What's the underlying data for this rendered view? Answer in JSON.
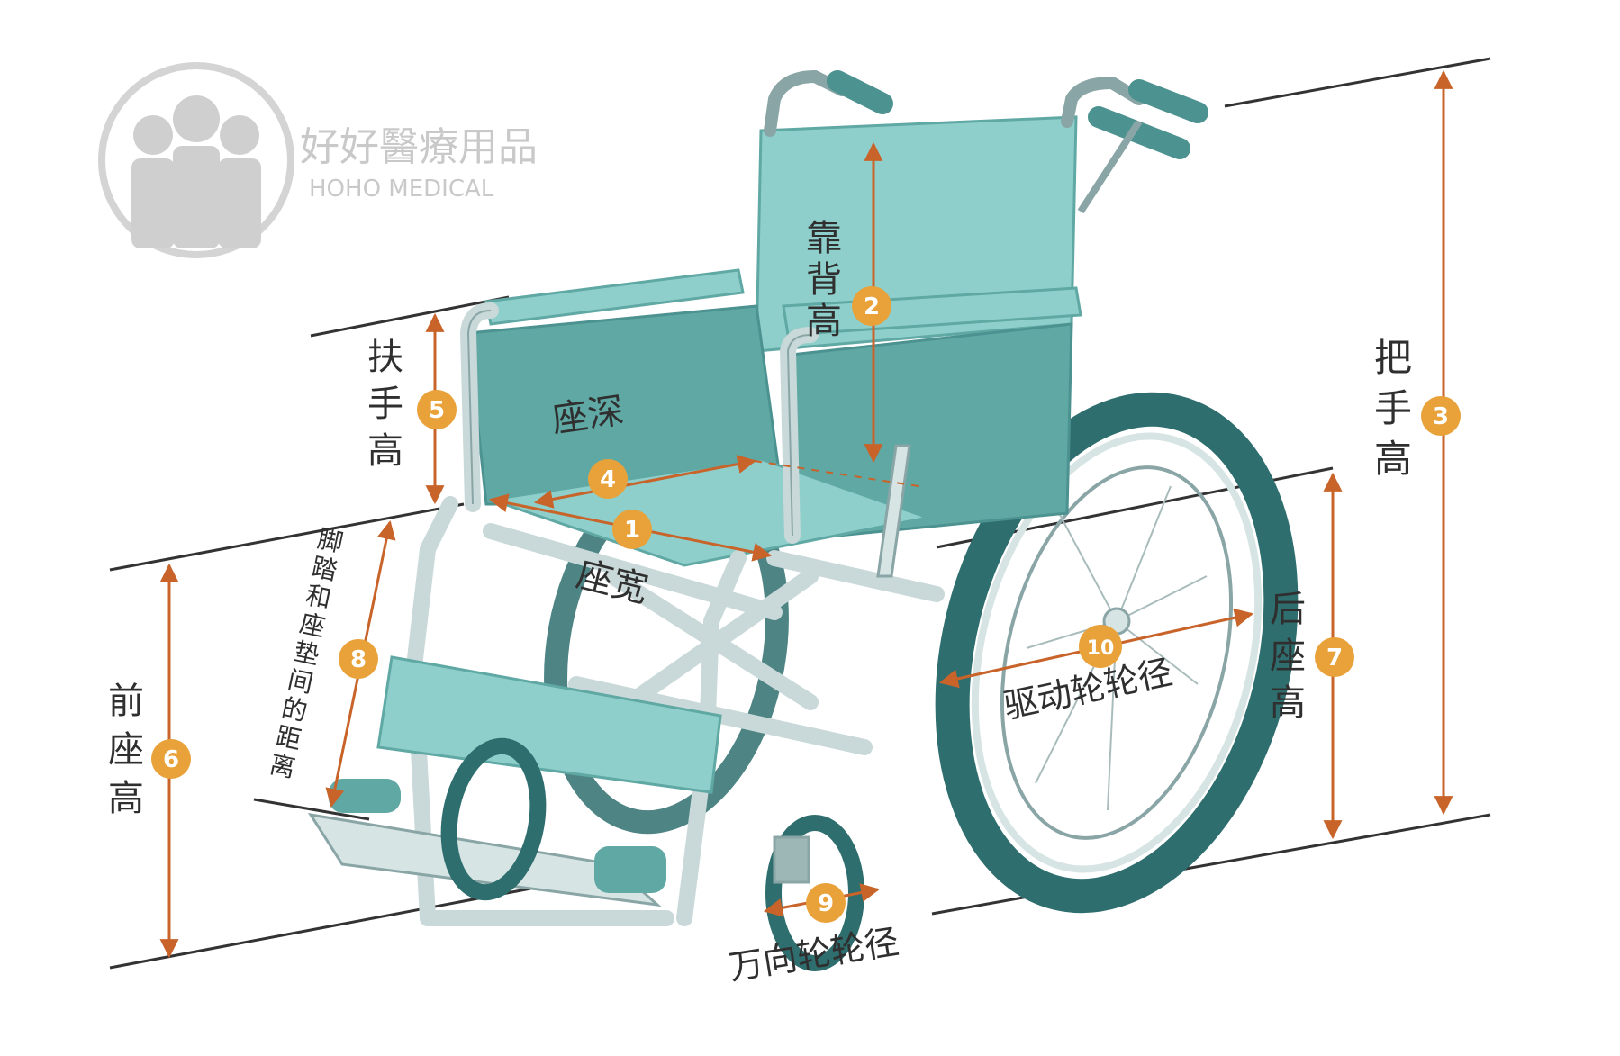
{
  "logo": {
    "name_cn": "好好醫療用品",
    "name_en": "HOHO MEDICAL"
  },
  "labels": {
    "seat_width": "座宽",
    "backrest_height": "靠背高",
    "handle_height": "把手高",
    "seat_depth": "座深",
    "armrest_height": "扶手高",
    "front_seat_height": "前座高",
    "rear_seat_height": "后座高",
    "footrest_to_seat": "脚踏和座垫间的距离",
    "caster_diameter": "万向轮轮径",
    "drive_wheel_diameter": "驱动轮轮径"
  },
  "badges": {
    "seat_width": "1",
    "backrest_height": "2",
    "handle_height": "3",
    "seat_depth": "4",
    "armrest_height": "5",
    "front_seat_height": "6",
    "rear_seat_height": "7",
    "footrest_to_seat": "8",
    "caster_diameter": "9",
    "drive_wheel_diameter": "10"
  },
  "colors": {
    "frame": "#d7e4e4",
    "frame_stroke": "#8aa5a6",
    "upholstery": "#8fcfcb",
    "upholstery_dark": "#5fa8a4",
    "tire": "#2f6e6e",
    "tire_light": "#4c9290",
    "arrow": "#c8642a",
    "badge": "#e9a23a",
    "ref_line": "#333333",
    "logo": "#cfcfcf"
  }
}
